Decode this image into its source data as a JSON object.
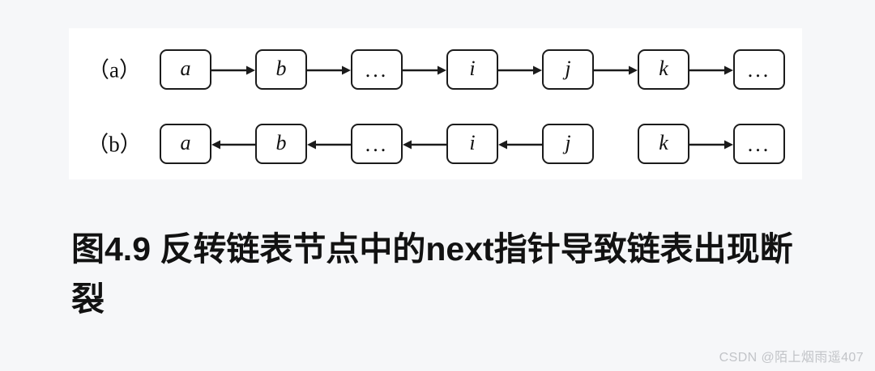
{
  "page": {
    "background_color": "#f6f7f9",
    "panel_background_color": "#ffffff",
    "ink_color": "#1b1b1b"
  },
  "figure": {
    "rows": [
      {
        "label": "（a）",
        "nodes": [
          {
            "text": "a",
            "kind": "value"
          },
          {
            "text": "b",
            "kind": "value"
          },
          {
            "text": "...",
            "kind": "ellipsis"
          },
          {
            "text": "i",
            "kind": "value"
          },
          {
            "text": "j",
            "kind": "value"
          },
          {
            "text": "k",
            "kind": "value"
          },
          {
            "text": "...",
            "kind": "ellipsis"
          }
        ],
        "links": [
          {
            "from": 0,
            "to": 1,
            "direction": "right"
          },
          {
            "from": 1,
            "to": 2,
            "direction": "right"
          },
          {
            "from": 2,
            "to": 3,
            "direction": "right"
          },
          {
            "from": 3,
            "to": 4,
            "direction": "right"
          },
          {
            "from": 4,
            "to": 5,
            "direction": "right"
          },
          {
            "from": 5,
            "to": 6,
            "direction": "right"
          }
        ]
      },
      {
        "label": "（b）",
        "nodes": [
          {
            "text": "a",
            "kind": "value"
          },
          {
            "text": "b",
            "kind": "value"
          },
          {
            "text": "...",
            "kind": "ellipsis"
          },
          {
            "text": "i",
            "kind": "value"
          },
          {
            "text": "j",
            "kind": "value"
          },
          {
            "text": "k",
            "kind": "value"
          },
          {
            "text": "...",
            "kind": "ellipsis"
          }
        ],
        "links": [
          {
            "from": 1,
            "to": 0,
            "direction": "left"
          },
          {
            "from": 2,
            "to": 1,
            "direction": "left"
          },
          {
            "from": 3,
            "to": 2,
            "direction": "left"
          },
          {
            "from": 4,
            "to": 3,
            "direction": "left"
          },
          {
            "from": 5,
            "to": 6,
            "direction": "right"
          }
        ],
        "break_between": [
          4,
          5
        ]
      }
    ]
  },
  "caption": {
    "text": "图4.9 反转链表节点中的next指针导致链表出现断裂"
  },
  "watermark": {
    "text": "CSDN @陌上烟雨遥407"
  }
}
